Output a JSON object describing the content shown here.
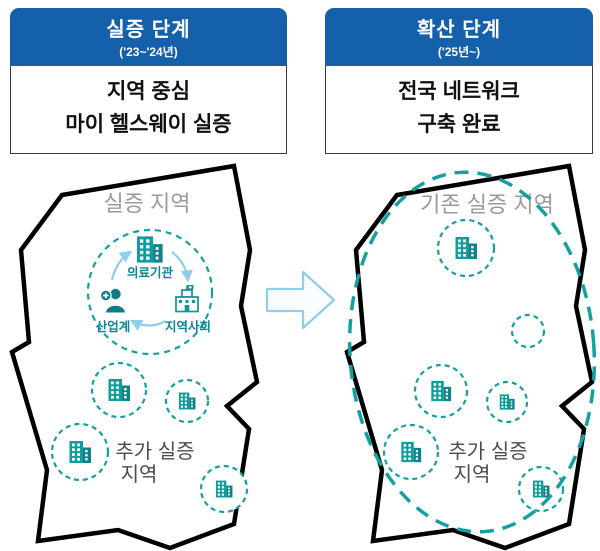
{
  "colors": {
    "header_blue": "#1460ab",
    "teal": "#14a0a0",
    "dark_teal": "#0e7c88",
    "label_gray": "#9a9a9a",
    "text_gray": "#4c4c4c",
    "arrow_light_blue": "#8fcde9",
    "outline_black": "#000000"
  },
  "left": {
    "header": {
      "title": "실증 단계",
      "period": "('23~'24년)"
    },
    "body": {
      "line1": "지역 중심",
      "line2": "마이 헬스웨이 실증"
    },
    "map": {
      "region_label": "실증 지역",
      "cycle": {
        "top": "의료기관",
        "left": "산업계",
        "right": "지역사회"
      },
      "extra": {
        "line1": "추가 실증",
        "line2": "지역"
      }
    }
  },
  "right": {
    "header": {
      "title": "확산 단계",
      "period": "('25년~)"
    },
    "body": {
      "line1": "전국 네트워크",
      "line2": "구축 완료"
    },
    "map": {
      "region_label": "기존 실증 지역",
      "extra": {
        "line1": "추가 실증",
        "line2": "지역"
      }
    }
  }
}
